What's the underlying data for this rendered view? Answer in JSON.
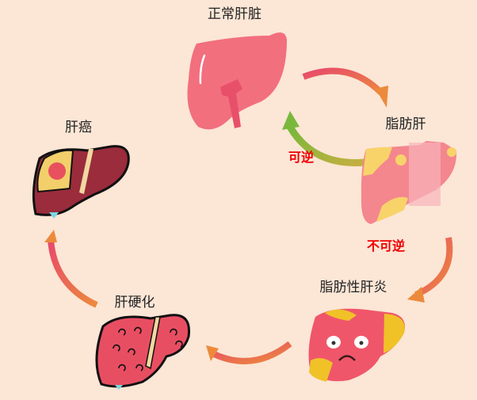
{
  "stages": {
    "normal": "正常肝脏",
    "fatty": "脂肪肝",
    "hepatitis": "脂肪性肝炎",
    "cirrhosis": "肝硬化",
    "cancer": "肝癌"
  },
  "annotations": {
    "reversible": "可逆",
    "irreversible": "不可逆"
  },
  "colors": {
    "background": "#fce6d6",
    "annotation": "#f00000",
    "arrow_start": "#e84a6a",
    "arrow_end": "#ec8a3c",
    "reverse_arrow_start": "#bcb03c",
    "reverse_arrow_end": "#7ab83c"
  }
}
